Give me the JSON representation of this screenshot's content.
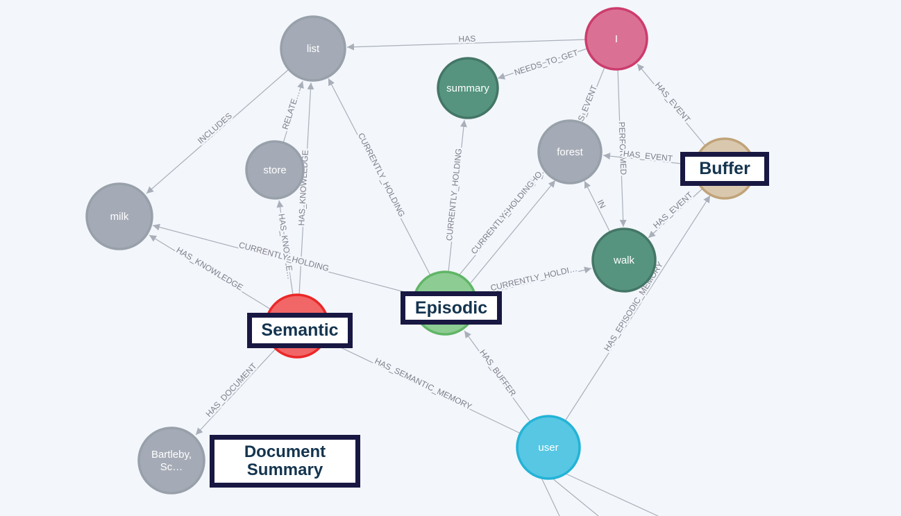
{
  "theme": {
    "canvas_bg": "#F3F6FB",
    "edge_color": "#A9AFB9",
    "edge_label_color": "#7E7E8A",
    "annotation_border": "#181842",
    "annotation_text": "#14344E"
  },
  "nodes": {
    "list": {
      "label": "list",
      "fill": "#A5ABB6",
      "stroke": "#98A0AA"
    },
    "i": {
      "label": "I",
      "fill": "#DA7194",
      "stroke": "#CC3C6C"
    },
    "summary": {
      "label": "summary",
      "fill": "#569480",
      "stroke": "#447666"
    },
    "forest": {
      "label": "forest",
      "fill": "#A5ABB6",
      "stroke": "#98A0AA"
    },
    "buffer": {
      "label": "",
      "fill": "#D9C8AE",
      "stroke": "#C0A378"
    },
    "store": {
      "label": "store",
      "fill": "#A5ABB6",
      "stroke": "#98A0AA"
    },
    "milk": {
      "label": "milk",
      "fill": "#A5ABB6",
      "stroke": "#98A0AA"
    },
    "walk": {
      "label": "walk",
      "fill": "#569480",
      "stroke": "#447666"
    },
    "episodic": {
      "label": "",
      "fill": "#8DCC93",
      "stroke": "#60B566"
    },
    "semantic": {
      "label": "",
      "fill": "#F16667",
      "stroke": "#EB2728"
    },
    "bartleby": {
      "label": "Bartleby,",
      "label2": "Sc…",
      "fill": "#A5ABB6",
      "stroke": "#98A0AA"
    },
    "user": {
      "label": "user",
      "fill": "#57C7E3",
      "stroke": "#23B3D7"
    }
  },
  "edges": {
    "i_list": {
      "label": "HAS"
    },
    "i_summary": {
      "label": "NEEDS_TO_GET"
    },
    "store_list": {
      "label": "RELATE…"
    },
    "list_milk": {
      "label": "INCLUDES"
    },
    "episodic_list": {
      "label": "CURRENTLY_HOLDING"
    },
    "episodic_summary": {
      "label": "CURRENTLY_HOLDING"
    },
    "episodic_forest_1": {
      "label": "CURRENTLY_HO…"
    },
    "episodic_forest_2": {
      "label": "CURRENTLY_HOLDING"
    },
    "i_forest": {
      "label": "HAS_EVENT"
    },
    "i_walk": {
      "label": "PERFORMED"
    },
    "buffer_i": {
      "label": "HAS_EVENT"
    },
    "buffer_forest": {
      "label": "HAS_EVENT"
    },
    "buffer_walk": {
      "label": "HAS_EVENT"
    },
    "walk_forest": {
      "label": "IN"
    },
    "episodic_walk": {
      "label": "CURRENTLY_HOLDI…"
    },
    "semantic_store": {
      "label": "HAS_KNOWLE…"
    },
    "semantic_list": {
      "label": "HAS_KNOWLEDGE"
    },
    "semantic_milk": {
      "label": "HAS_KNOWLEDGE"
    },
    "episodic_milk": {
      "label": "CURRENTLY_HOLDING"
    },
    "user_semantic": {
      "label": "HAS_SEMANTIC_MEMORY"
    },
    "user_episodic": {
      "label": "HAS_BUFFER"
    },
    "user_buffer": {
      "label": "HAS_EPISODIC_MEMORY"
    },
    "semantic_document": {
      "label": "HAS_DOCUMENT"
    }
  },
  "annotations": {
    "buffer": {
      "label": "Buffer"
    },
    "episodic": {
      "label": "Episodic"
    },
    "semantic": {
      "label": "Semantic"
    },
    "document": {
      "label": "Document Summary"
    }
  }
}
